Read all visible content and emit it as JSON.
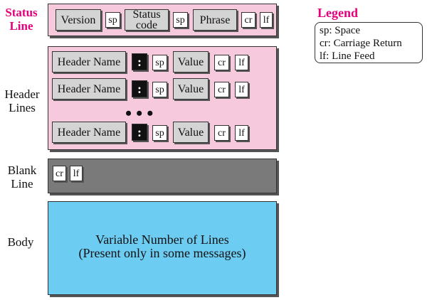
{
  "labels": {
    "status_line": "Status\nLine",
    "header_lines": "Header\nLines",
    "blank_line": "Blank\nLine",
    "body": "Body"
  },
  "status_line": {
    "version": "Version",
    "sp": "sp",
    "status_code": "Status\ncode",
    "phrase": "Phrase",
    "cr": "cr",
    "lf": "lf"
  },
  "header_row": {
    "name": "Header Name",
    "colon": ":",
    "sp": "sp",
    "value": "Value",
    "cr": "cr",
    "lf": "lf"
  },
  "ellipsis": "•••",
  "blank_line": {
    "cr": "cr",
    "lf": "lf"
  },
  "body": {
    "line1": "Variable Number of Lines",
    "line2": "(Present only in some messages)"
  },
  "legend": {
    "title": "Legend",
    "items": [
      "sp: Space",
      "cr: Carriage Return",
      "lf: Line Feed"
    ]
  },
  "colors": {
    "accent": "#e4007c",
    "status_header_bg": "#f7c9dd",
    "blank_bg": "#7a7a7a",
    "body_bg": "#6cccf2",
    "field_bg": "#d4d4d4"
  }
}
